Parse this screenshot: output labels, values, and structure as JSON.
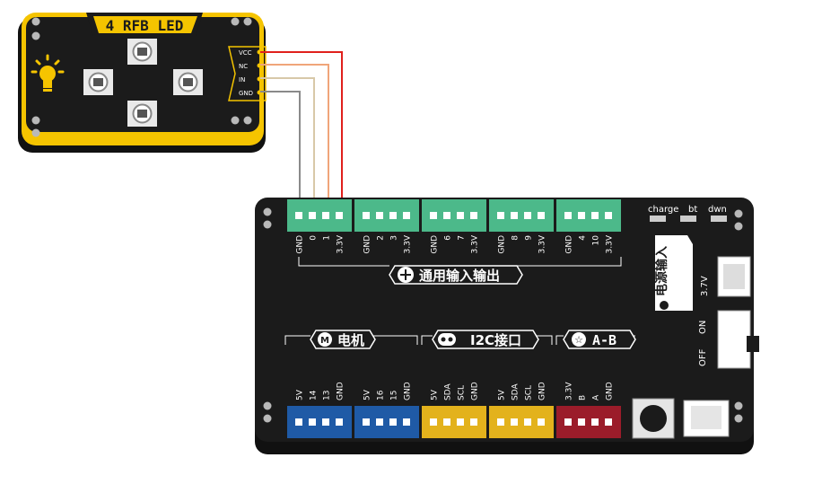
{
  "led_module": {
    "title": "4 RFB LED",
    "pins": [
      "VCC",
      "NC",
      "IN",
      "GND"
    ]
  },
  "board": {
    "gpio_groups": [
      [
        "GND",
        "0",
        "1",
        "3.3V"
      ],
      [
        "GND",
        "2",
        "3",
        "3.3V"
      ],
      [
        "GND",
        "6",
        "7",
        "3.3V"
      ],
      [
        "GND",
        "8",
        "9",
        "3.3V"
      ],
      [
        "GND",
        "4",
        "10",
        "3.3V"
      ]
    ],
    "gpio_title": "通用输入输出",
    "status_labels": [
      "charge",
      "bt",
      "dwn"
    ],
    "power_title": "电源输入",
    "battery_label": "3.7V",
    "switch_on": "ON",
    "switch_off": "OFF",
    "motor_title": "电机",
    "motor_groups": [
      [
        "5V",
        "14",
        "13",
        "GND"
      ],
      [
        "5V",
        "16",
        "15",
        "GND"
      ]
    ],
    "i2c_title": "I2C接口",
    "i2c_groups": [
      [
        "5V",
        "SDA",
        "SCL",
        "GND"
      ],
      [
        "5V",
        "SDA",
        "SCL",
        "GND"
      ]
    ],
    "ab_title": "A-B",
    "ab_group": [
      "3.3V",
      "B",
      "A",
      "GND"
    ]
  },
  "colors": {
    "board": "#1b1b1b",
    "module_yellow": "#f5c400",
    "header_green": "#4cb98a",
    "header_blue": "#1f5aa6",
    "header_yellow": "#e3b21c",
    "header_red": "#9b1c2a",
    "wire_red": "#e0201c",
    "wire_orange": "#f0a57a",
    "wire_tan": "#d8c8a8",
    "wire_gray": "#8a8a8a"
  }
}
